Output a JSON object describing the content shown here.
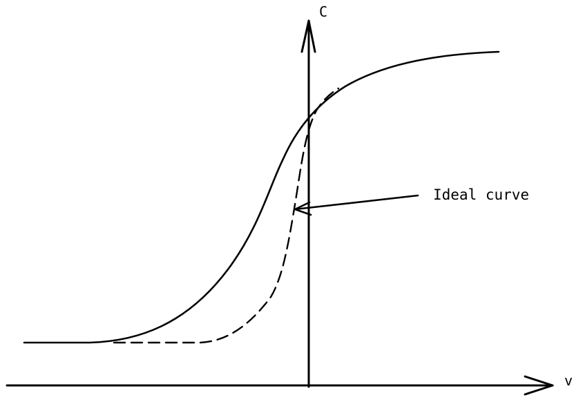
{
  "diagram": {
    "y_axis_label": "C",
    "x_axis_label": "v",
    "annotation": "Ideal curve"
  }
}
